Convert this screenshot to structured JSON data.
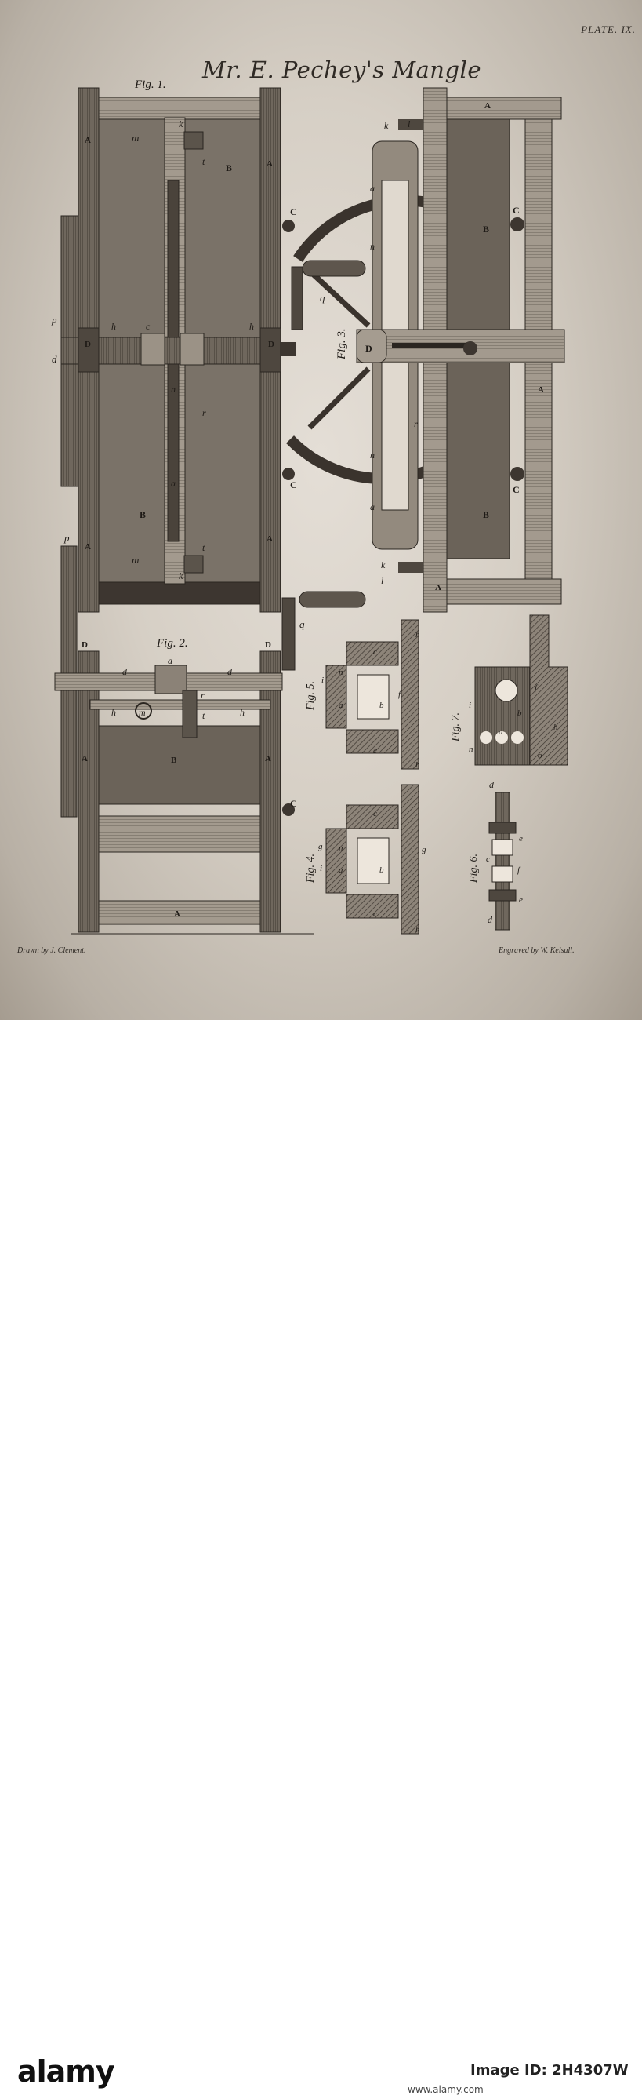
{
  "plate": {
    "number": "PLATE. IX.",
    "title": "Mr. E. Pechey's Mangle",
    "drawn_by": "Drawn by J. Clement.",
    "engraved_by": "Engraved by W. Kelsall."
  },
  "figures": {
    "fig1": "Fig. 1.",
    "fig2": "Fig. 2.",
    "fig3": "Fig. 3.",
    "fig4": "Fig. 4.",
    "fig5": "Fig. 5.",
    "fig6": "Fig. 6.",
    "fig7": "Fig. 7."
  },
  "letters": {
    "A": "A",
    "B": "B",
    "C": "C",
    "D": "D",
    "a": "a",
    "b": "b",
    "c": "c",
    "d": "d",
    "e": "e",
    "f": "f",
    "g": "g",
    "h": "h",
    "i": "i",
    "k": "k",
    "l": "l",
    "m": "m",
    "n": "n",
    "o": "o",
    "p": "p",
    "q": "q",
    "r": "r",
    "t": "t"
  },
  "footer": {
    "brand": "alamy",
    "image_id": "Image ID: 2H4307W",
    "image_meta": "www.alamy.com"
  },
  "colors": {
    "paper": "#d6cfc5",
    "ink": "#2a2520",
    "ink_mid": "#5e564d",
    "ink_light": "#8f877c"
  }
}
